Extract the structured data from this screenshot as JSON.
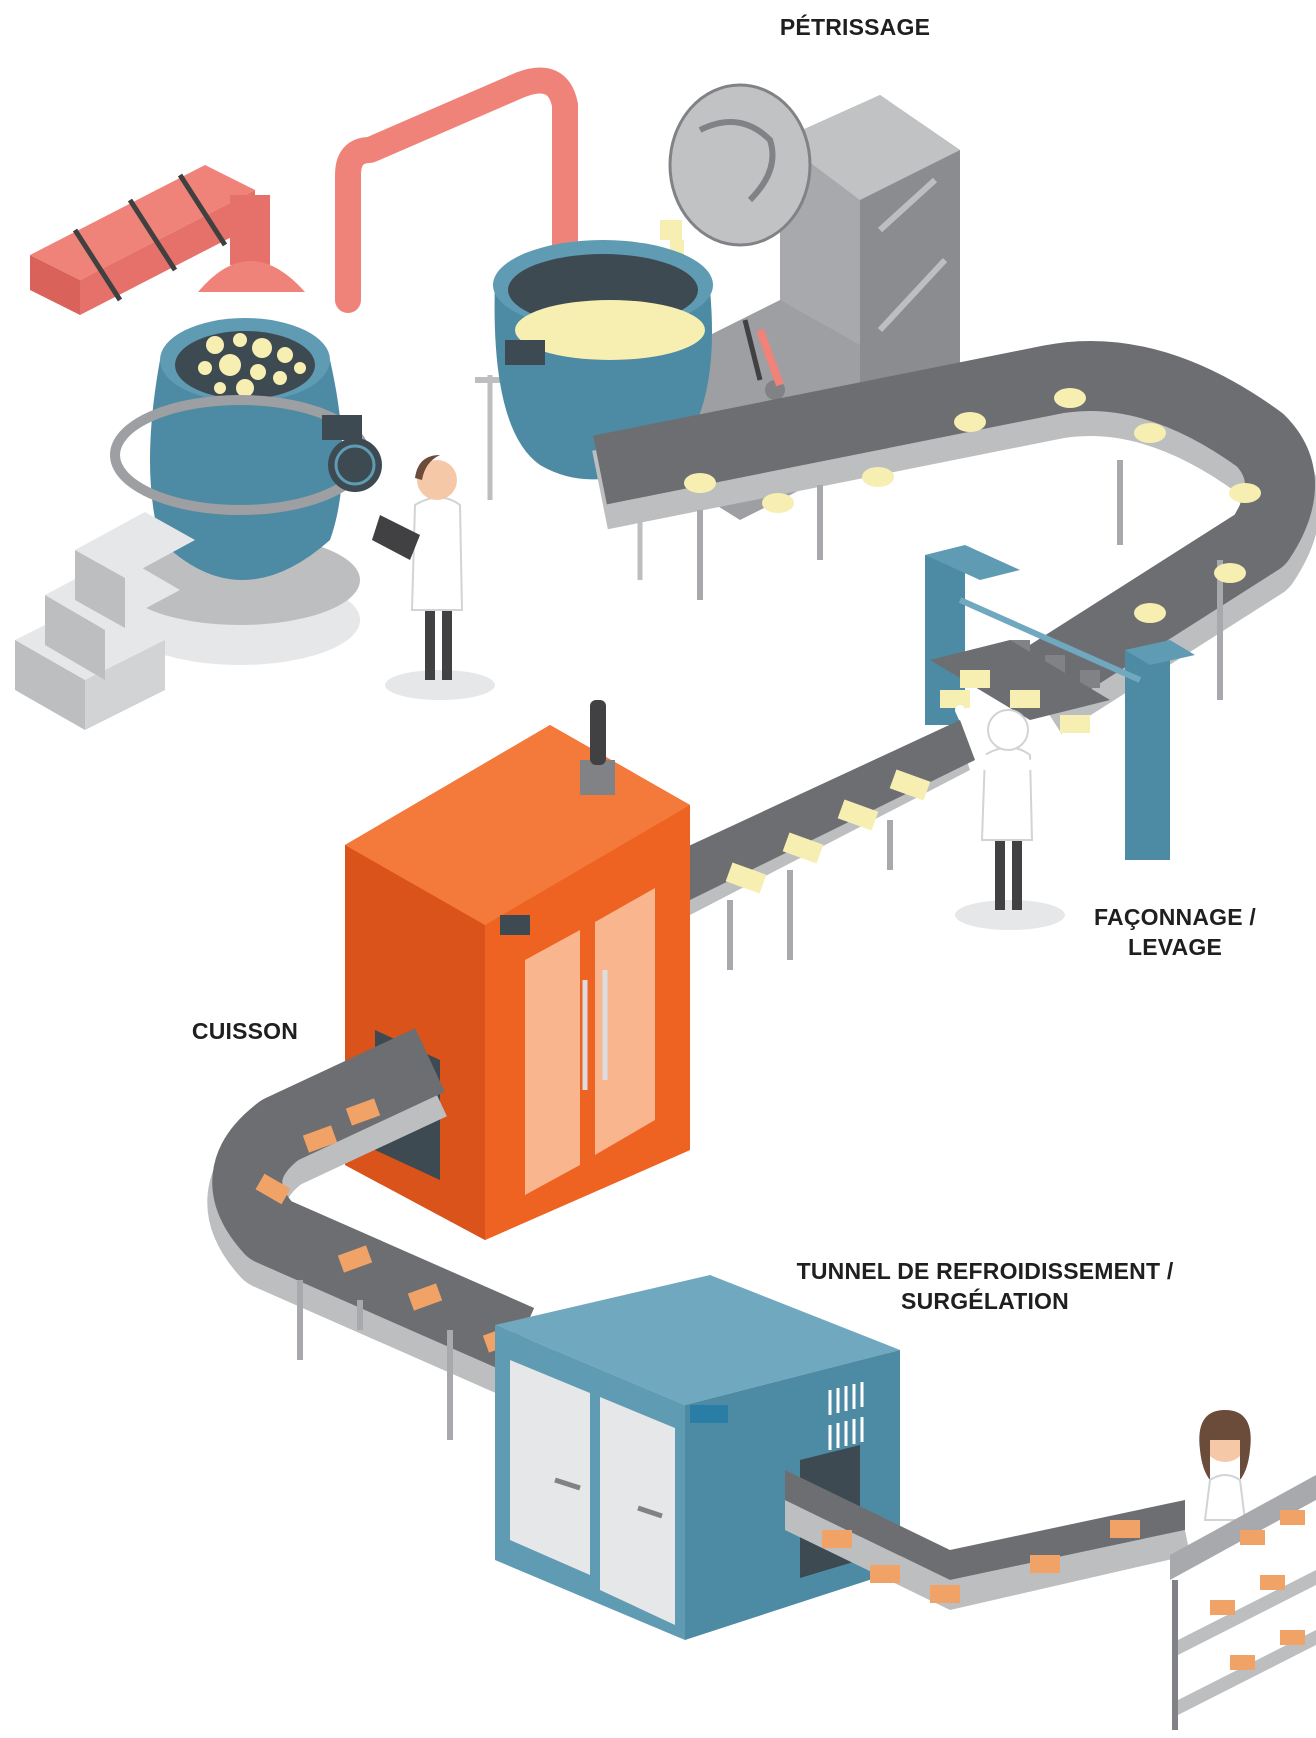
{
  "labels": {
    "petrissage": "PÉTRISSAGE",
    "faconnage": [
      "FAÇONNAGE /",
      "LEVAGE"
    ],
    "cuisson": "CUISSON",
    "tunnel": [
      "TUNNEL DE REFROIDISSEMENT /",
      "SURGÉLATION"
    ]
  },
  "colors": {
    "conveyor": "#6d6e71",
    "machine_blue": "#5f9bb3",
    "oven_orange": "#ee6222",
    "duct_salmon": "#f08379",
    "mixer_grey": "#a7a9ac",
    "dough": "#f7eeb2",
    "bread": "#f0a267"
  },
  "icons": {
    "mixing_tank": "mixing-tank-icon",
    "kneader": "kneading-machine-icon",
    "shaping": "shaping-machine-icon",
    "oven": "oven-icon",
    "freezer": "cooling-tunnel-icon",
    "rack": "bread-rack-icon",
    "worker": "baker-worker-icon"
  }
}
